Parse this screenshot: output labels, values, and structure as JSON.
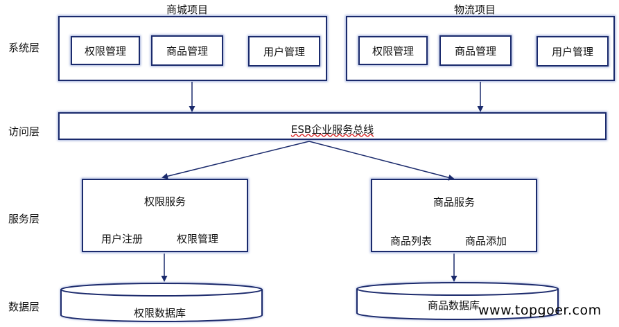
{
  "layers": {
    "system": "系统层",
    "access": "访问层",
    "service": "服务层",
    "data": "数据层"
  },
  "projects": [
    {
      "title": "商城项目",
      "modules": [
        "权限管理",
        "商品管理",
        "用户管理"
      ]
    },
    {
      "title": "物流项目",
      "modules": [
        "权限管理",
        "商品管理",
        "用户管理"
      ]
    }
  ],
  "esb": {
    "label": "ESB企业服务总线"
  },
  "services": [
    {
      "title": "权限服务",
      "items": [
        "用户注册",
        "权限管理"
      ]
    },
    {
      "title": "商品服务",
      "items": [
        "商品列表",
        "商品添加"
      ]
    }
  ],
  "databases": [
    {
      "label": "权限数据库"
    },
    {
      "label": "商品数据库"
    }
  ],
  "watermark": "www.topgoer.com"
}
